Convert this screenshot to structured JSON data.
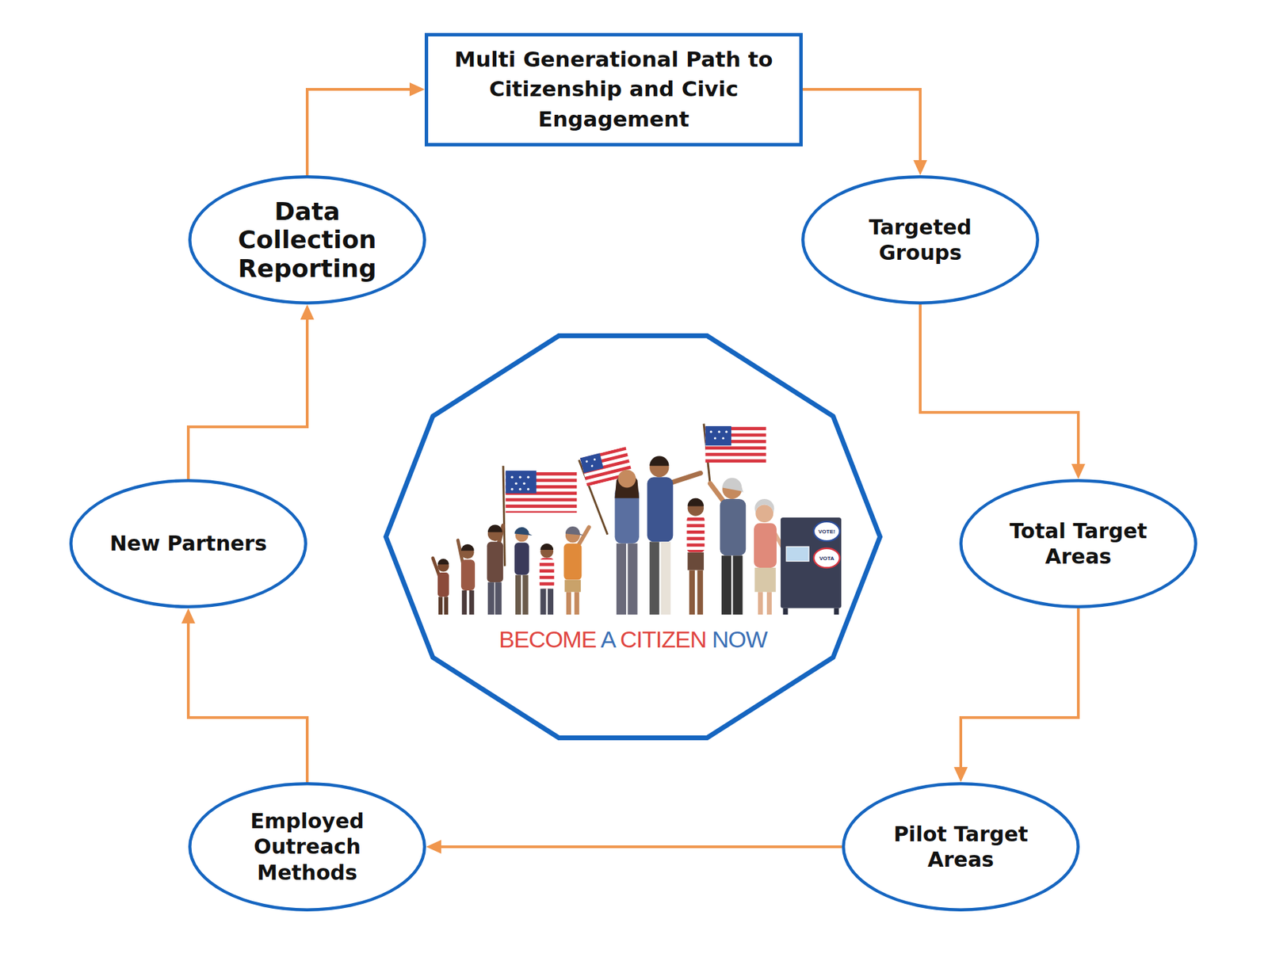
{
  "diagram": {
    "nodes": [
      {
        "text": [
          "Multi Generational Path to Citizenship and Civic Engagement"
        ]
      },
      {
        "text": [
          "Targeted Groups"
        ]
      },
      {
        "text": [
          "Total Target Areas"
        ]
      },
      {
        "text": [
          "Pilot Target Areas"
        ]
      },
      {
        "text": [
          "Employed Outreach Methods"
        ]
      },
      {
        "text": [
          "New Partners"
        ]
      },
      {
        "text": [
          "Data Collection Reporting"
        ]
      },
      {
        "text": [
          "BECOME A CITIZEN NOW"
        ]
      }
    ],
    "edges": [
      {
        "from": 0,
        "to": 1,
        "arrow": "to"
      },
      {
        "from": 1,
        "to": 2,
        "arrow": "to"
      },
      {
        "from": 2,
        "to": 3,
        "arrow": "to"
      },
      {
        "from": 3,
        "to": 4,
        "arrow": "to"
      },
      {
        "from": 4,
        "to": 5,
        "arrow": "to"
      },
      {
        "from": 5,
        "to": 6,
        "arrow": "to"
      },
      {
        "from": 6,
        "to": 0,
        "arrow": "to"
      }
    ],
    "labels": [
      "VOTE!",
      "VOTA"
    ]
  }
}
